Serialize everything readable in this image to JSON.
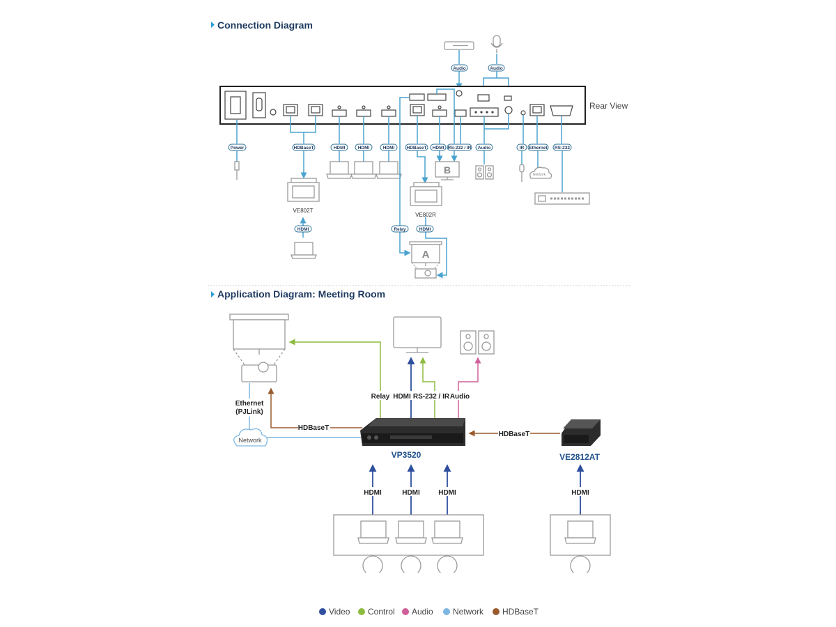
{
  "section1": {
    "title": "Connection Diagram",
    "rear_view": "Rear View"
  },
  "section2": {
    "title": "Application Diagram: Meeting Room"
  },
  "connection": {
    "top_labels": {
      "audio_left": "Audio",
      "audio_right": "Audio"
    },
    "bottom_labels": {
      "power": "Power",
      "hdbaset": "HDBaseT",
      "hdmi1": "HDMI",
      "hdmi2": "HDMI",
      "hdmi3": "HDMI",
      "hdbaset2": "HDBaseT",
      "hdmi_out": "HDMI",
      "rs232ir": "RS-232 / IR",
      "audio": "Audio",
      "ir": "IR",
      "ethernet": "Ethernet",
      "rs232": "RS-232"
    },
    "devices": {
      "ve802t": "VE802T",
      "ve802r": "VE802R",
      "display_b": "B",
      "display_a": "A",
      "network": "Network"
    },
    "lower_labels": {
      "hdmi_t": "HDMI",
      "relay": "Relay",
      "hdmi_r": "HDMI"
    }
  },
  "application": {
    "labels": {
      "relay": "Relay",
      "hdmi": "HDMI",
      "rs232ir": "RS-232 / IR",
      "audio": "Audio",
      "ethernet_l1": "Ethernet",
      "ethernet_l2": "(PJLink)",
      "hdbaset_left": "HDBaseT",
      "hdbaset_right": "HDBaseT",
      "network": "Network",
      "hdmi_in1": "HDMI",
      "hdmi_in2": "HDMI",
      "hdmi_in3": "HDMI",
      "hdmi_in4": "HDMI"
    },
    "devices": {
      "vp3520": "VP3520",
      "ve2812at": "VE2812AT"
    }
  },
  "legend": [
    {
      "label": "Video",
      "color": "#2f4f9e"
    },
    {
      "label": "Control",
      "color": "#8dbb3f"
    },
    {
      "label": "Audio",
      "color": "#d1609a"
    },
    {
      "label": "Network",
      "color": "#7db6e0"
    },
    {
      "label": "HDBaseT",
      "color": "#9a5a2c"
    }
  ],
  "colors": {
    "video": "#2f4f9e",
    "control": "#8dbb3f",
    "audio": "#d1609a",
    "network": "#7db6e0",
    "hdbaset": "#9a5a2c",
    "connection": "#4aa3cf"
  }
}
